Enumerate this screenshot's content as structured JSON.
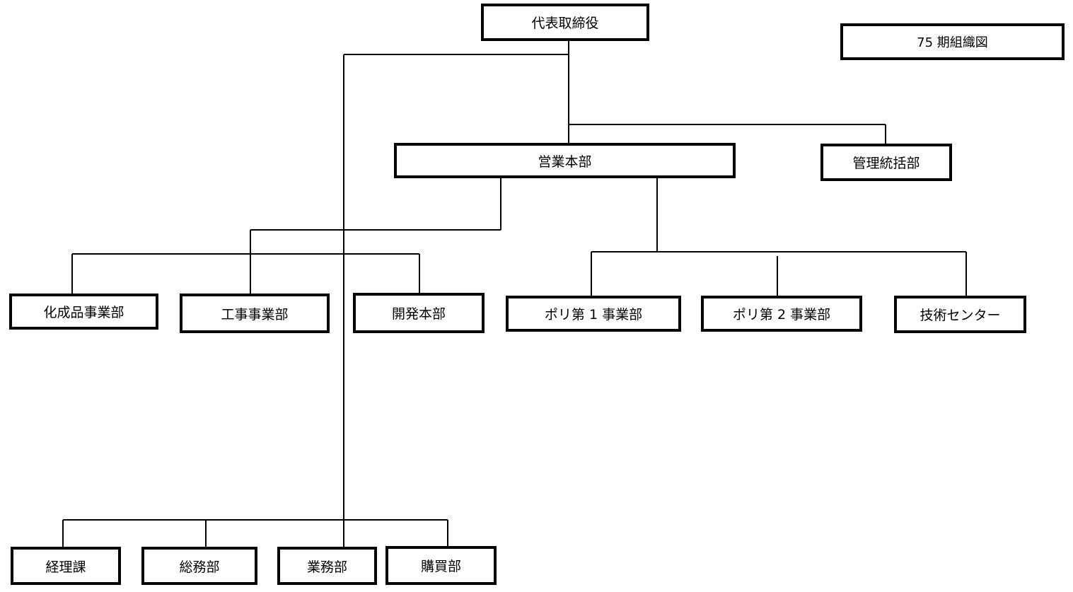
{
  "chart_title": "75 期組織図",
  "nodes": {
    "ceo": "代表取締役",
    "sales_hq": "営業本部",
    "admin": "管理統括部",
    "chemical": "化成品事業部",
    "construction": "工事事業部",
    "development": "開発本部",
    "poly1": "ポリ第 1 事業部",
    "poly2": "ポリ第 2 事業部",
    "tech_center": "技術センター",
    "accounting": "経理課",
    "general_affairs": "総務部",
    "operations": "業務部",
    "purchasing": "購買部"
  },
  "colors": {
    "line": "#000000",
    "box_border": "#000000",
    "background": "#ffffff"
  }
}
